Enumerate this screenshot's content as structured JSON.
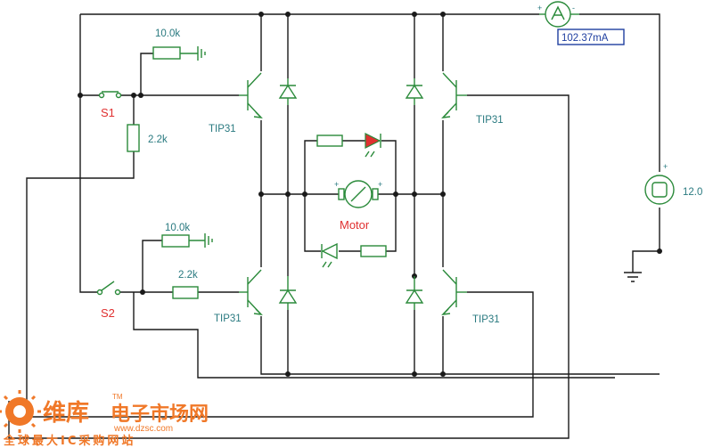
{
  "labels": {
    "res_top_pull": "10.0k",
    "res_top_base": "2.2k",
    "switch_top": "S1",
    "transistor_top_left": "TIP31",
    "transistor_top_right": "TIP31",
    "res_bot_pull": "10.0k",
    "res_bot_base": "2.2k",
    "switch_bot": "S2",
    "transistor_bot_left": "TIP31",
    "transistor_bot_right": "TIP31",
    "motor": "Motor",
    "supply": "12.0",
    "ammeter_reading": "102.37mA"
  },
  "watermark": {
    "brand": "维库",
    "tagline": "电子市场网",
    "tm": "TM",
    "url": "www.dzsc.com",
    "slogan": "全球最大IC采购网站"
  },
  "colors": {
    "wire": "#1a1a1a",
    "component": "#2a8a3a",
    "label": "#2a7a80",
    "accent_red": "#e03030",
    "meter": "#1e3ea0",
    "watermark": "#f07828"
  }
}
